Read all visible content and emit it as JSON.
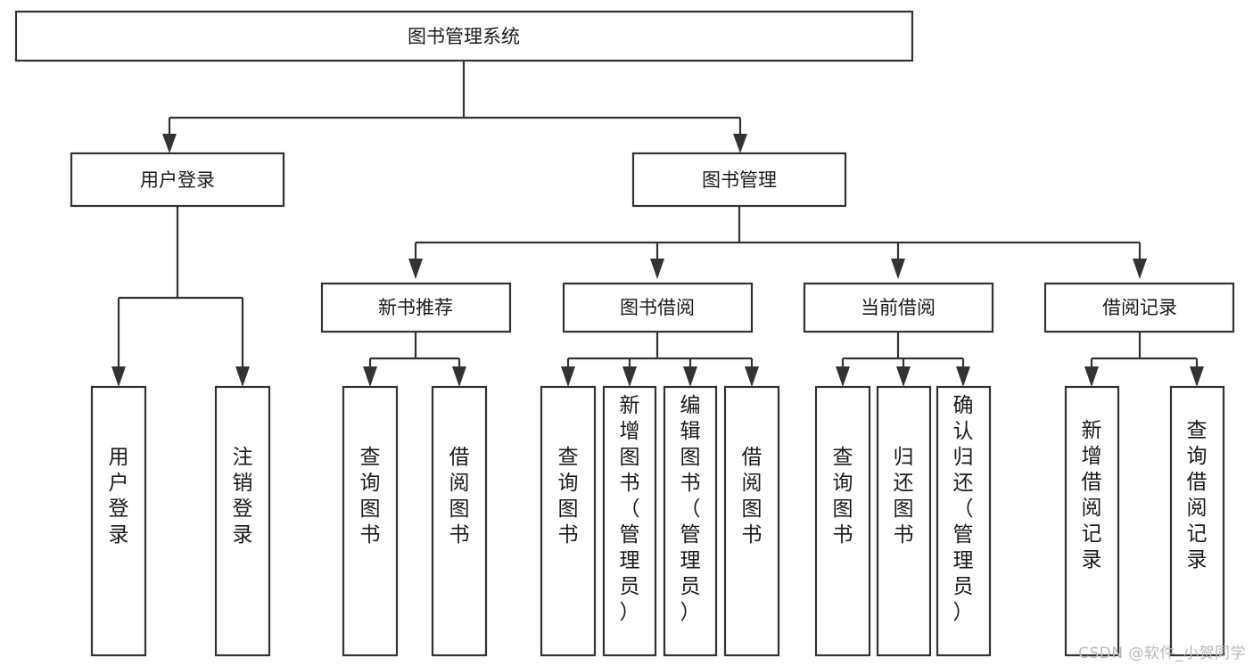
{
  "diagram": {
    "type": "hierarchy-tree",
    "title": "图书管理系统",
    "watermark": "CSDN @软件_小贺同学",
    "colors": {
      "box_stroke": "#333333",
      "box_fill": "#ffffff",
      "text": "#1a1a1a",
      "background": "#ffffff",
      "watermark": "#b9b9b9"
    },
    "levels": {
      "root": {
        "label": "图书管理系统"
      },
      "level2": [
        {
          "label": "用户登录"
        },
        {
          "label": "图书管理"
        }
      ],
      "level3": [
        {
          "label": "新书推荐"
        },
        {
          "label": "图书借阅"
        },
        {
          "label": "当前借阅"
        },
        {
          "label": "借阅记录"
        }
      ],
      "leaves": [
        {
          "label": "用户登录",
          "parent": "用户登录"
        },
        {
          "label": "注销登录",
          "parent": "用户登录"
        },
        {
          "label": "查询图书",
          "parent": "新书推荐"
        },
        {
          "label": "借阅图书",
          "parent": "新书推荐"
        },
        {
          "label": "查询图书",
          "parent": "图书借阅"
        },
        {
          "label": "新增图书（管理员）",
          "parent": "图书借阅"
        },
        {
          "label": "编辑图书（管理员）",
          "parent": "图书借阅"
        },
        {
          "label": "借阅图书",
          "parent": "图书借阅"
        },
        {
          "label": "查询图书",
          "parent": "当前借阅"
        },
        {
          "label": "归还图书",
          "parent": "当前借阅"
        },
        {
          "label": "确认归还（管理员）",
          "parent": "当前借阅"
        },
        {
          "label": "新增借阅记录",
          "parent": "借阅记录"
        },
        {
          "label": "查询借阅记录",
          "parent": "借阅记录"
        }
      ]
    }
  }
}
